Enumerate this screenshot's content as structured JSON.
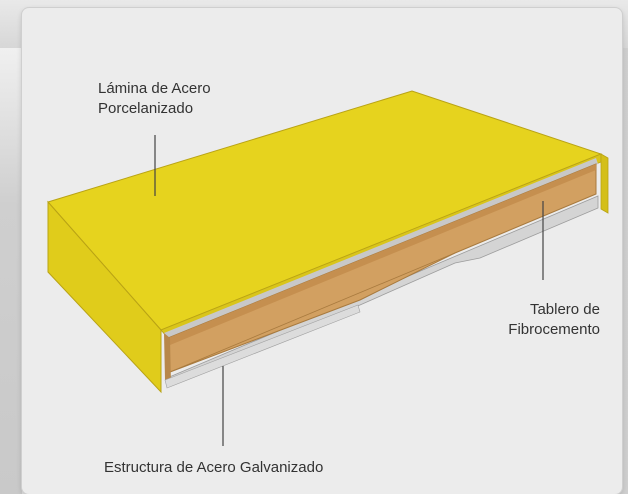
{
  "labels": {
    "lamina_line1": "Lámina de Acero",
    "lamina_line2": "Porcelanizado",
    "tablero_line1": "Tablero de",
    "tablero_line2": "Fibrocemento",
    "estructura": "Estructura de Acero Galvanizado"
  },
  "colors": {
    "steel_sheet_top": "#E6D31E",
    "steel_sheet_side": "#E0CC1B",
    "steel_edge": "#B9A315",
    "fiber_cement": "#D2A061",
    "galvanized_steel": "#CFCFCF",
    "leader_line": "#444444",
    "card_background": "#ECECEC"
  }
}
